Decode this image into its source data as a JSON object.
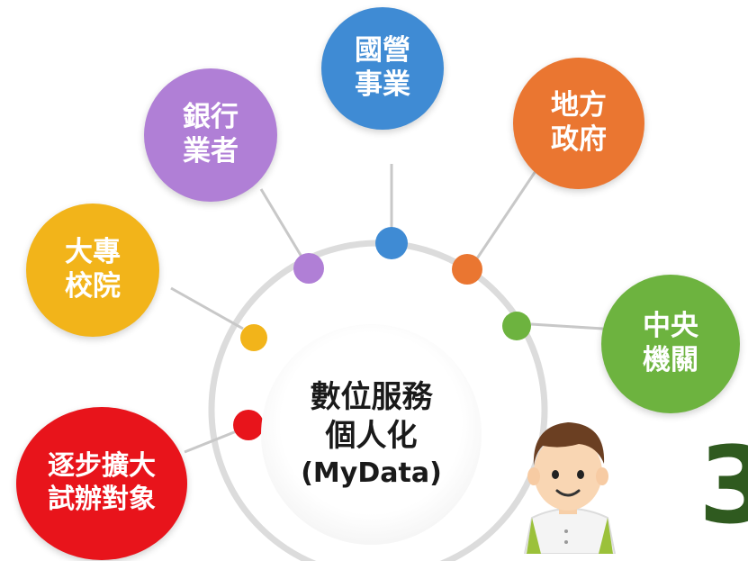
{
  "center": {
    "line1": "數位服務",
    "line2": "個人化",
    "line3": "(MyData)"
  },
  "nodes": [
    {
      "id": "state-enterprise",
      "line1": "國營",
      "line2": "事業",
      "color": "#3f8bd4",
      "dot": "#3f8bd4"
    },
    {
      "id": "banking",
      "line1": "銀行",
      "line2": "業者",
      "color": "#b07fd6",
      "dot": "#b07fd6"
    },
    {
      "id": "local-gov",
      "line1": "地方",
      "line2": "政府",
      "color": "#ea7631",
      "dot": "#ea7631"
    },
    {
      "id": "university",
      "line1": "大專",
      "line2": "校院",
      "color": "#f2b41a",
      "dot": "#f2b41a"
    },
    {
      "id": "central-gov",
      "line1": "中央",
      "line2": "機關",
      "color": "#6db33f",
      "dot": "#6db33f"
    },
    {
      "id": "expansion",
      "line1": "逐步擴大",
      "line2": "試辦對象",
      "color": "#e8141b",
      "dot": "#e8141b"
    }
  ],
  "page_number": "3"
}
